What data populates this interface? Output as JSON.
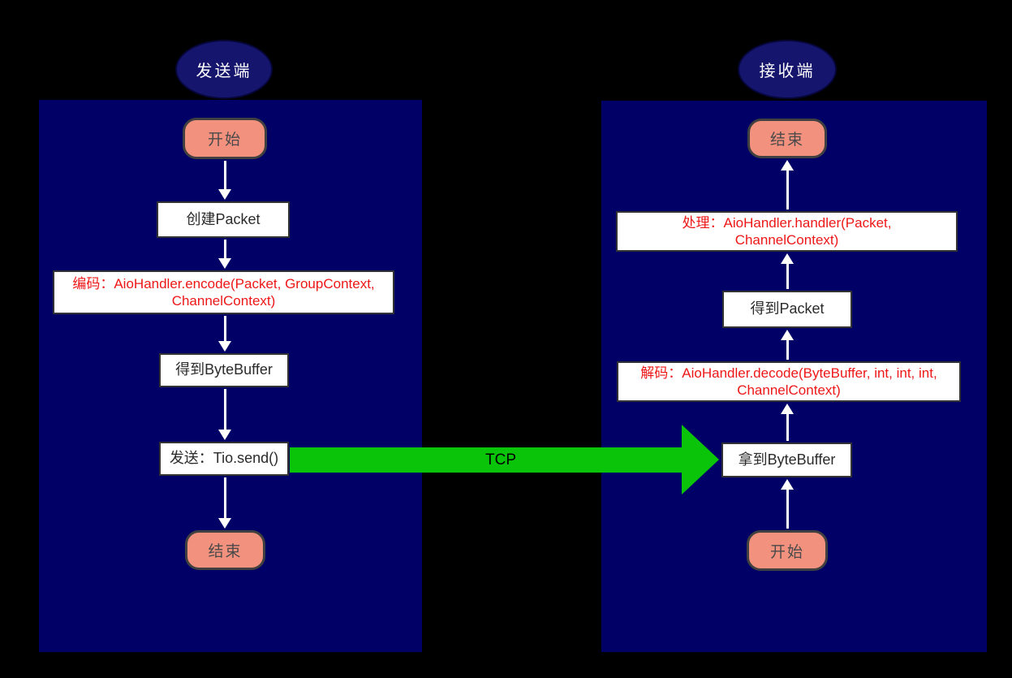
{
  "sender": {
    "title": "发送端",
    "start_label": "开始",
    "step_create_packet": "创建Packet",
    "step_encode_line1": "编码：AioHandler.encode(Packet, GroupContext,",
    "step_encode_line2": "ChannelContext)",
    "step_got_bytebuffer": "得到ByteBuffer",
    "step_send": "发送：Tio.send()",
    "end_label": "结束"
  },
  "receiver": {
    "title": "接收端",
    "end_label": "结束",
    "step_handle_line1": "处理：AioHandler.handler(Packet,",
    "step_handle_line2": "ChannelContext)",
    "step_got_packet": "得到Packet",
    "step_decode_line1": "解码：AioHandler.decode(ByteBuffer, int, int, int,",
    "step_decode_line2": "ChannelContext)",
    "step_got_bytebuffer": "拿到ByteBuffer",
    "start_label": "开始"
  },
  "tcp": {
    "label": "TCP"
  },
  "colors": {
    "background": "#000000",
    "panel": "#000066",
    "title_ellipse": "#15156e",
    "terminal_fill": "#f2917e",
    "terminal_border": "#404040",
    "process_fill": "#ffffff",
    "process_border": "#333333",
    "process_text": "#2b2b2b",
    "accent_red_text": "#ee1717",
    "arrow": "#ffffff",
    "tcp_green": "#0ac40a",
    "tcp_label_text": "#000000"
  }
}
